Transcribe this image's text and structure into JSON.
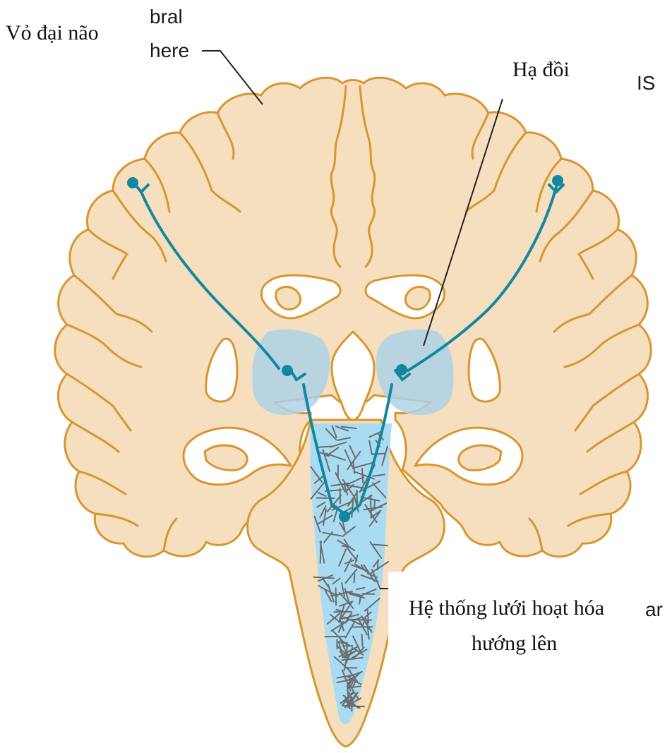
{
  "labels": {
    "cortex": "Vỏ đại não",
    "hypothalamus": "Hạ đồi",
    "ras_line1": "Hệ thống lưới hoạt hóa",
    "ras_line2": "hướng lên"
  },
  "original_fragments": {
    "top_line1": "bral",
    "top_line2": "here",
    "right_top": "IS",
    "right_mid": "ar"
  },
  "colors": {
    "tissue_fill": "#f5dfbf",
    "tissue_outline": "#d9962e",
    "nucleus_fill": "#aed2e6",
    "reticular_fill": "#a9dcf3",
    "neuron": "#1387a0",
    "fibers": "#6b6b6b",
    "leader_line": "#222222"
  }
}
